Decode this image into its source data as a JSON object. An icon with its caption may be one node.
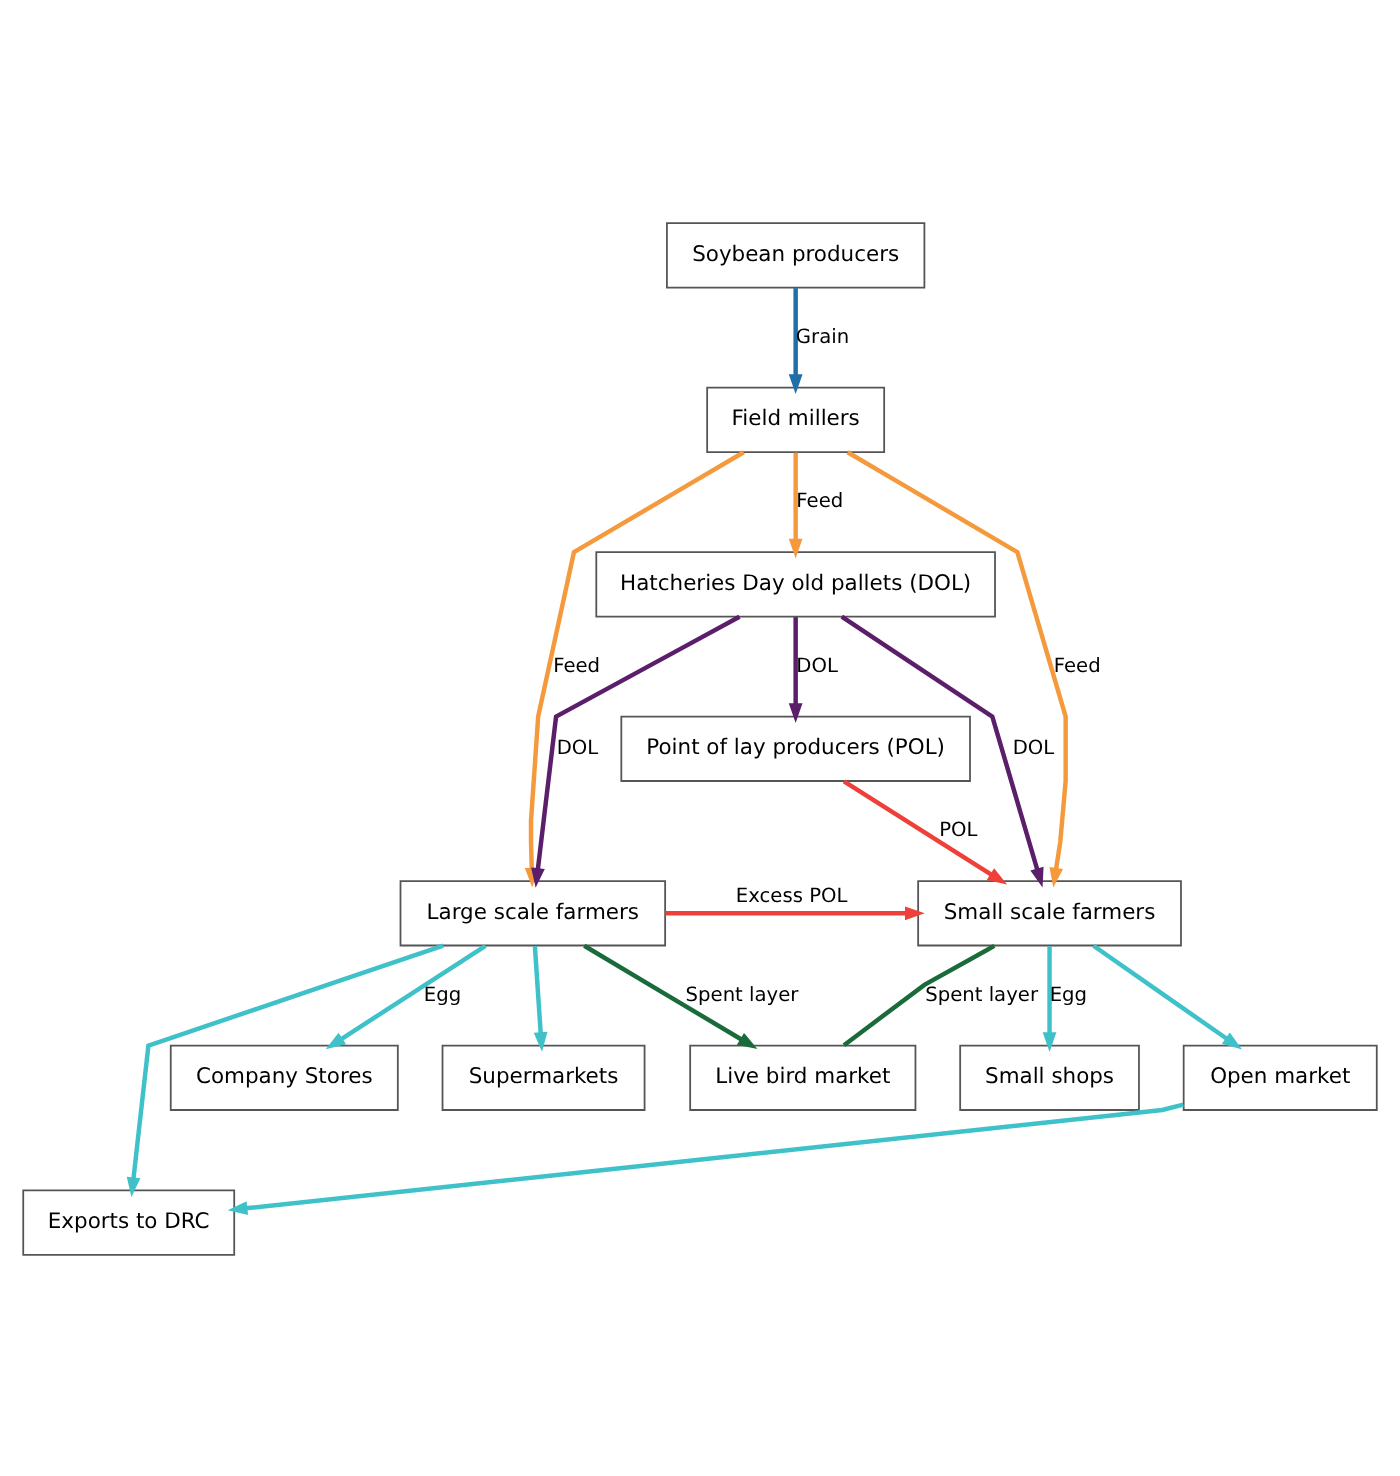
{
  "diagram": {
    "nodes": [
      {
        "text": [
          "Soybean producers"
        ]
      },
      {
        "text": [
          "Field millers"
        ]
      },
      {
        "text": [
          "Hatcheries Day old pallets (DOL)"
        ]
      },
      {
        "text": [
          "Point of lay producers (POL)"
        ]
      },
      {
        "text": [
          "Large scale farmers"
        ]
      },
      {
        "text": [
          "Small scale farmers"
        ]
      },
      {
        "text": [
          "Live bird market"
        ]
      },
      {
        "text": [
          "Exports to DRC"
        ]
      },
      {
        "text": [
          "Company Stores"
        ]
      },
      {
        "text": [
          "Supermarkets"
        ]
      },
      {
        "text": [
          "Open market"
        ]
      },
      {
        "text": [
          "Small shops"
        ]
      }
    ],
    "edges": [
      {
        "from": 0,
        "to": 1,
        "arrow": "to",
        "label": "Grain",
        "color": "#1f6fa8"
      },
      {
        "from": 1,
        "to": 4,
        "arrow": "to",
        "label": "Feed",
        "color": "#f59a3c"
      },
      {
        "from": 1,
        "to": 2,
        "arrow": "to",
        "label": "Feed",
        "color": "#f59a3c"
      },
      {
        "from": 1,
        "to": 5,
        "arrow": "to",
        "label": "Feed",
        "color": "#f59a3c"
      },
      {
        "from": 2,
        "to": 4,
        "arrow": "to",
        "label": "DOL",
        "color": "#5a1e6b"
      },
      {
        "from": 2,
        "to": 3,
        "arrow": "to",
        "label": "DOL",
        "color": "#5a1e6b"
      },
      {
        "from": 2,
        "to": 5,
        "arrow": "to",
        "label": "DOL",
        "color": "#5a1e6b"
      },
      {
        "from": 3,
        "to": 5,
        "arrow": "to",
        "label": "POL",
        "color": "#ee4038"
      },
      {
        "from": 4,
        "to": 5,
        "arrow": "to",
        "label": "Excess POL",
        "color": "#ee4038"
      },
      {
        "from": 4,
        "to": 6,
        "arrow": "to",
        "label": "Spent layer",
        "color": "#1a6b3a"
      },
      {
        "from": 5,
        "to": 6,
        "arrow": "none",
        "label": "Spent layer",
        "color": "#1a6b3a"
      },
      {
        "from": 4,
        "to": 8,
        "arrow": "to",
        "label": "Egg",
        "color": "#3ec1c9"
      },
      {
        "from": 4,
        "to": 7,
        "arrow": "to",
        "color": "#3ec1c9"
      },
      {
        "from": 4,
        "to": 9,
        "arrow": "to",
        "color": "#3ec1c9"
      },
      {
        "from": 10,
        "to": 7,
        "arrow": "to",
        "color": "#3ec1c9"
      },
      {
        "from": 5,
        "to": 11,
        "arrow": "to",
        "label": "Egg",
        "color": "#3ec1c9"
      },
      {
        "from": 5,
        "to": 10,
        "arrow": "to",
        "color": "#3ec1c9"
      }
    ]
  }
}
